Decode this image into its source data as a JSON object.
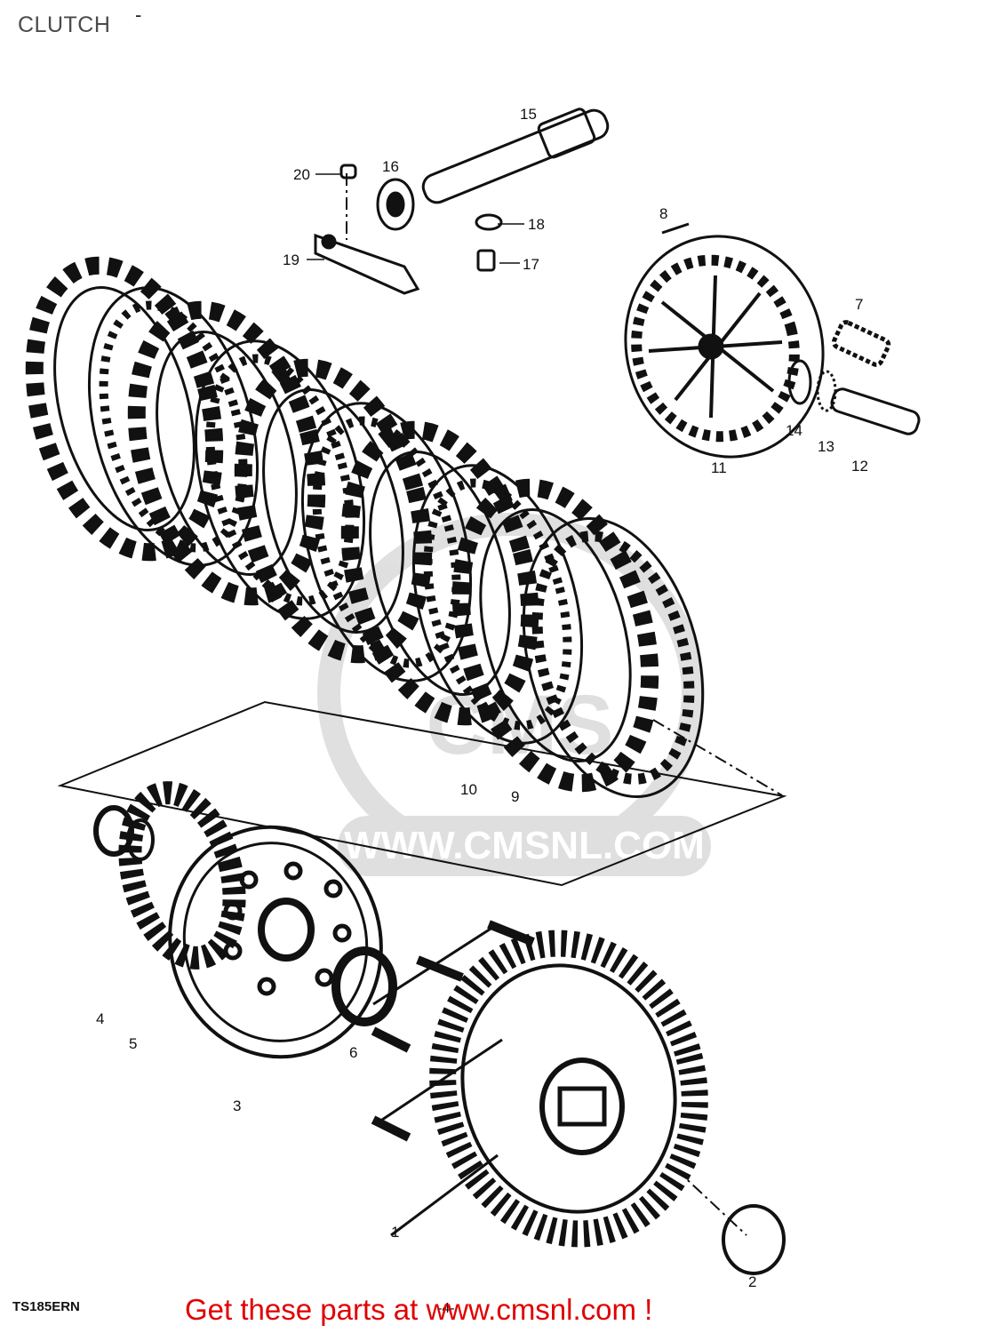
{
  "header": {
    "title": "CLUTCH",
    "dash": "-"
  },
  "watermark": {
    "text": "WWW.CMSNL.COM"
  },
  "model_code": "TS185ERN",
  "page_marker": "-4-",
  "footer": {
    "link_text": "Get these parts at www.cmsnl.com !"
  },
  "callouts": [
    "1",
    "2",
    "3",
    "4",
    "5",
    "6",
    "7",
    "8",
    "9",
    "10",
    "11",
    "12",
    "13",
    "14",
    "15",
    "16",
    "17",
    "18",
    "19",
    "20"
  ]
}
